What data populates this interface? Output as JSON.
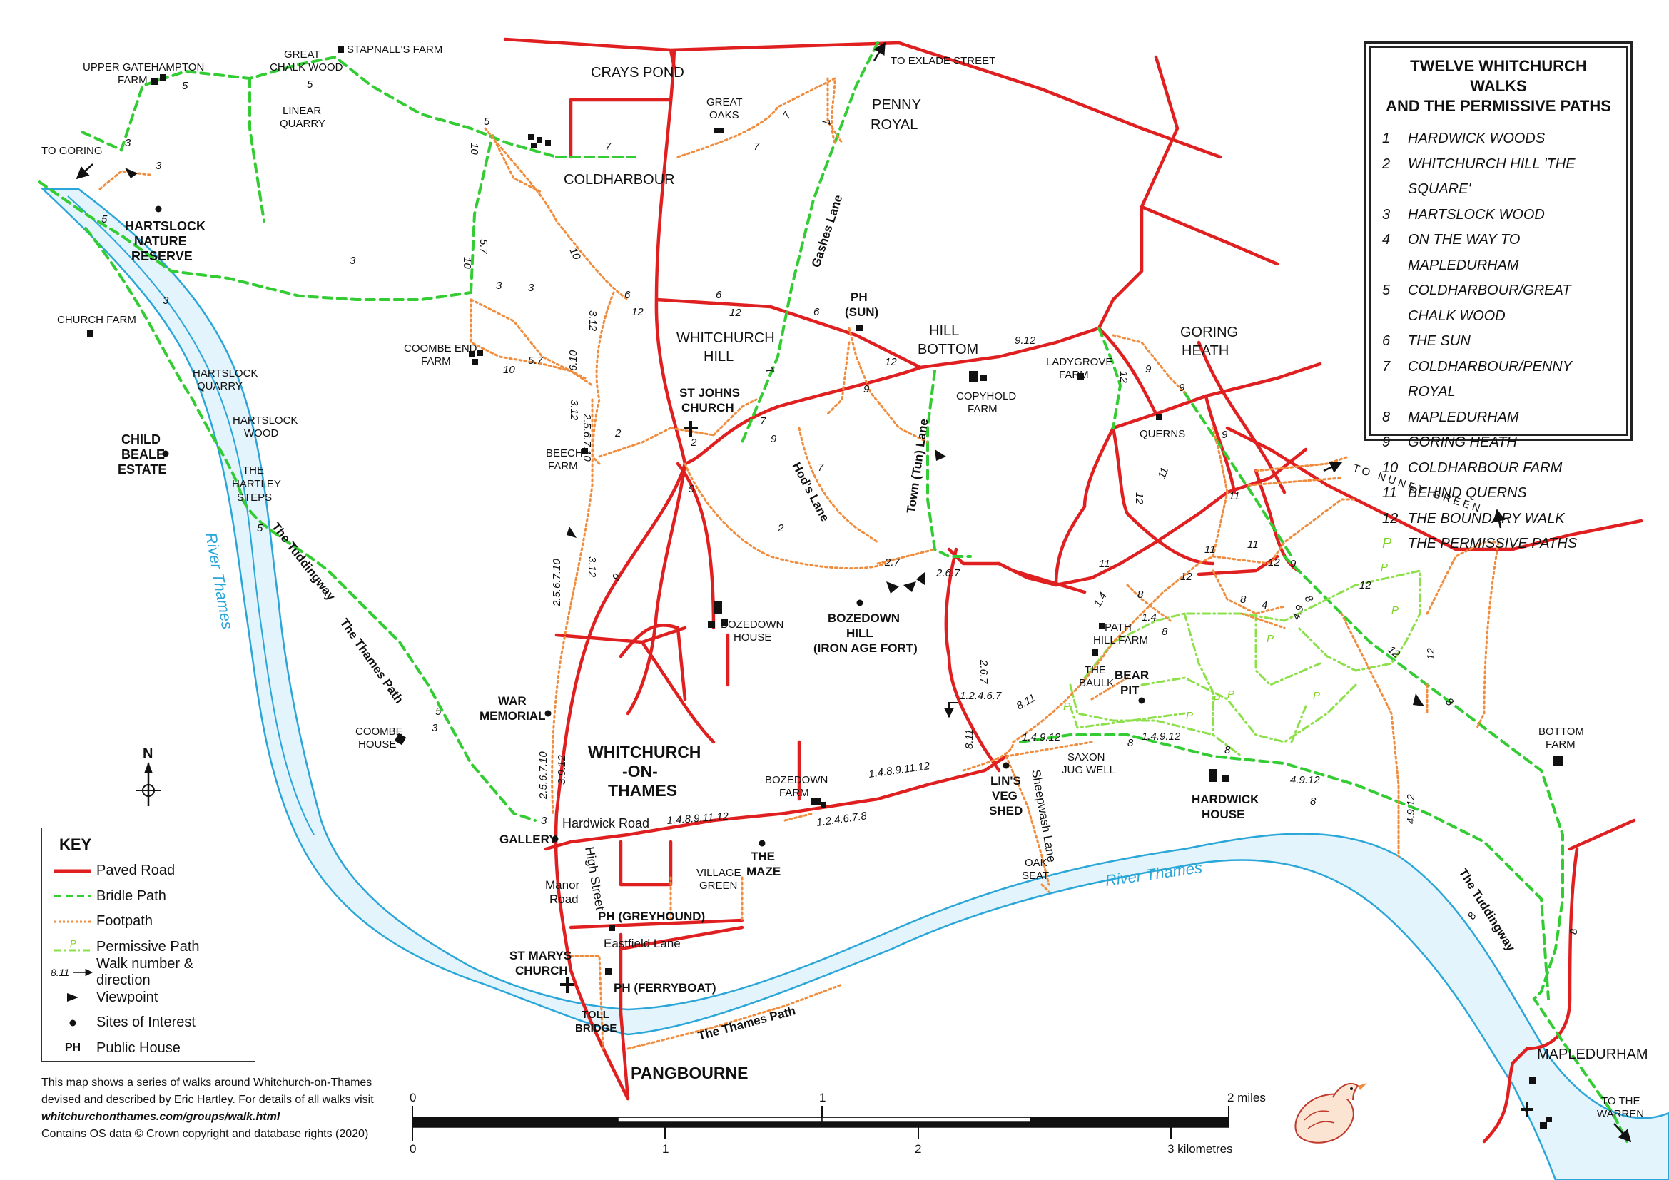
{
  "title": {
    "line1": "TWELVE WHITCHURCH WALKS",
    "line2": "AND THE PERMISSIVE PATHS"
  },
  "walks": [
    {
      "num": "1",
      "name": "HARDWICK WOODS"
    },
    {
      "num": "2",
      "name": "WHITCHURCH HILL 'THE SQUARE'"
    },
    {
      "num": "3",
      "name": "HARTSLOCK WOOD"
    },
    {
      "num": "4",
      "name": "ON THE WAY TO MAPLEDURHAM"
    },
    {
      "num": "5",
      "name": "COLDHARBOUR/GREAT CHALK WOOD"
    },
    {
      "num": "6",
      "name": "THE SUN"
    },
    {
      "num": "7",
      "name": "COLDHARBOUR/PENNY ROYAL"
    },
    {
      "num": "8",
      "name": "MAPLEDURHAM"
    },
    {
      "num": "9",
      "name": "GORING HEATH"
    },
    {
      "num": "10",
      "name": "COLDHARBOUR FARM"
    },
    {
      "num": "11",
      "name": "BEHIND QUERNS"
    },
    {
      "num": "12",
      "name": "THE BOUNDARY WALK"
    },
    {
      "num": "P",
      "name": "THE PERMISSIVE PATHS"
    }
  ],
  "key": {
    "title": "KEY",
    "items": [
      {
        "symbol": "paved-road",
        "label": "Paved Road"
      },
      {
        "symbol": "bridle-path",
        "label": "Bridle Path"
      },
      {
        "symbol": "footpath",
        "label": "Footpath"
      },
      {
        "symbol": "permissive-path",
        "label": "Permissive Path"
      },
      {
        "symbol": "walk-number",
        "sample": "8.11",
        "label": "Walk number & direction"
      },
      {
        "symbol": "viewpoint",
        "label": "Viewpoint"
      },
      {
        "symbol": "site-of-interest",
        "label": "Sites of Interest"
      },
      {
        "symbol": "public-house",
        "sample": "PH",
        "label": "Public House"
      }
    ]
  },
  "colors": {
    "paved_road": "#e02020",
    "bridle_path": "#33cc33",
    "footpath": "#f08c3c",
    "permissive_path": "#8ee04a",
    "river": "#e4f4fc",
    "river_edge": "#2aa6d9"
  },
  "labels": {
    "crays_pond": "CRAYS POND",
    "to_exlade_street": "TO EXLADE STREET",
    "penny": "PENNY",
    "royal": "ROYAL",
    "great_oaks_1": "GREAT",
    "great_oaks_2": "OAKS",
    "coldharbour": "COLDHARBOUR",
    "upper_gatehampton_1": "UPPER GATEHAMPTON",
    "upper_gatehampton_2": "FARM",
    "great_chalk_wood_1": "GREAT",
    "great_chalk_wood_2": "CHALK WOOD",
    "stapnalls_farm": "STAPNALL'S FARM",
    "linear_quarry_1": "LINEAR",
    "linear_quarry_2": "QUARRY",
    "to_goring": "TO GORING",
    "hartslock_nr_1": "HARTSLOCK",
    "hartslock_nr_2": "NATURE",
    "hartslock_nr_3": "RESERVE",
    "church_farm": "CHURCH FARM",
    "hartslock_quarry_1": "HARTSLOCK",
    "hartslock_quarry_2": "QUARRY",
    "hartslock_wood_1": "HARTSLOCK",
    "hartslock_wood_2": "WOOD",
    "child_beale_1": "CHILD",
    "child_beale_2": "BEALE",
    "child_beale_3": "ESTATE",
    "hartley_steps_1": "THE",
    "hartley_steps_2": "HARTLEY",
    "hartley_steps_3": "STEPS",
    "tuddingway_w": "The Tuddingway",
    "thames_path_w": "The Thames Path",
    "river_thames_w": "River Thames",
    "coombe_end_1": "COOMBE END",
    "coombe_end_2": "FARM",
    "beech_farm_1": "BEECH",
    "beech_farm_2": "FARM",
    "whitchurch_hill_1": "WHITCHURCH",
    "whitchurch_hill_2": "HILL",
    "st_johns_1": "ST JOHNS",
    "st_johns_2": "CHURCH",
    "ph_sun_1": "PH",
    "ph_sun_2": "(SUN)",
    "gashes_lane": "Gashes Lane",
    "hods_lane": "Hod's Lane",
    "hill_bottom_1": "HILL",
    "hill_bottom_2": "BOTTOM",
    "copyhold_1": "COPYHOLD",
    "copyhold_2": "FARM",
    "ladygrove_1": "LADYGROVE",
    "ladygrove_2": "FARM",
    "goring_heath_1": "GORING",
    "goring_heath_2": "HEATH",
    "querns": "QUERNS",
    "to_nuney_green": "TO NUNEY GREEN",
    "town_lane": "Town (Tun) Lane",
    "bozedown_house_1": "BOZEDOWN",
    "bozedown_house_2": "HOUSE",
    "bozedown_hill_1": "BOZEDOWN",
    "bozedown_hill_2": "HILL",
    "bozedown_hill_3": "(IRON AGE FORT)",
    "path_hill_1": "PATH",
    "path_hill_2": "HILL FARM",
    "baulk_1": "THE",
    "baulk_2": "BAULK",
    "bear_pit_1": "BEAR",
    "bear_pit_2": "PIT",
    "war_memorial_1": "WAR",
    "war_memorial_2": "MEMORIAL",
    "coombe_house_1": "COOMBE",
    "coombe_house_2": "HOUSE",
    "whitchurch_1": "WHITCHURCH",
    "whitchurch_2": "-ON-",
    "whitchurch_3": "THAMES",
    "bozedown_farm_1": "BOZEDOWN",
    "bozedown_farm_2": "FARM",
    "lins_veg_1": "LIN'S",
    "lins_veg_2": "VEG",
    "lins_veg_3": "SHED",
    "saxon_jug_1": "SAXON",
    "saxon_jug_2": "JUG WELL",
    "hardwick_house_1": "HARDWICK",
    "hardwick_house_2": "HOUSE",
    "bottom_farm_1": "BOTTOM",
    "bottom_farm_2": "FARM",
    "gallery": "GALLERY",
    "hardwick_road": "Hardwick Road",
    "high_street": "High Street",
    "village_green_1": "VILLAGE",
    "village_green_2": "GREEN",
    "the_maze_1": "THE",
    "the_maze_2": "MAZE",
    "manor_road_1": "Manor",
    "manor_road_2": "Road",
    "ph_greyhound": "PH (GREYHOUND)",
    "eastfield_lane": "Eastfield Lane",
    "st_marys_1": "ST MARYS",
    "st_marys_2": "CHURCH",
    "ph_ferryboat": "PH (FERRYBOAT)",
    "toll_bridge_1": "TOLL",
    "toll_bridge_2": "BRIDGE",
    "thames_path_s": "The Thames Path",
    "pangbourne": "PANGBOURNE",
    "river_thames_s": "River Thames",
    "sheepwash_lane": "Sheepwash Lane",
    "oak_seat_1": "OAK",
    "oak_seat_2": "SEAT",
    "tuddingway_e": "The Tuddingway",
    "mapledurham": "MAPLEDURHAM",
    "to_the_warren_1": "TO THE",
    "to_the_warren_2": "WARREN",
    "north": "N"
  },
  "walk_labels": [
    {
      "id": "w1",
      "text": "7"
    },
    {
      "id": "w2",
      "text": "7"
    },
    {
      "id": "w3",
      "text": "7"
    },
    {
      "id": "w4",
      "text": "7"
    },
    {
      "id": "w5",
      "text": "5"
    },
    {
      "id": "w6",
      "text": "5"
    },
    {
      "id": "w7",
      "text": "5"
    },
    {
      "id": "w8",
      "text": "3"
    },
    {
      "id": "w9",
      "text": "3"
    },
    {
      "id": "w10",
      "text": "3"
    },
    {
      "id": "w11",
      "text": "10"
    },
    {
      "id": "w12",
      "text": "10"
    },
    {
      "id": "w13",
      "text": "5.7"
    },
    {
      "id": "w14",
      "text": "10"
    },
    {
      "id": "w15",
      "text": "3"
    },
    {
      "id": "w16",
      "text": "6"
    },
    {
      "id": "w17",
      "text": "12"
    },
    {
      "id": "w18",
      "text": "6"
    },
    {
      "id": "w19",
      "text": "12"
    },
    {
      "id": "w20",
      "text": "6"
    },
    {
      "id": "w21",
      "text": "12"
    },
    {
      "id": "w22",
      "text": "3.12"
    },
    {
      "id": "w23",
      "text": "5.7"
    },
    {
      "id": "w24",
      "text": "10"
    },
    {
      "id": "w25",
      "text": "6.10"
    },
    {
      "id": "w26",
      "text": "3.12"
    },
    {
      "id": "w27",
      "text": "2.5.6.7.10"
    },
    {
      "id": "w28",
      "text": "2"
    },
    {
      "id": "w29",
      "text": "2"
    },
    {
      "id": "w30",
      "text": "9"
    },
    {
      "id": "w31",
      "text": "9"
    },
    {
      "id": "w32",
      "text": "7"
    },
    {
      "id": "w33",
      "text": "7"
    },
    {
      "id": "w34",
      "text": "9"
    },
    {
      "id": "w35",
      "text": "7"
    },
    {
      "id": "w36",
      "text": "2"
    },
    {
      "id": "w37",
      "text": "9"
    },
    {
      "id": "w38",
      "text": "2.5.6.7.10"
    },
    {
      "id": "w39",
      "text": "3.12"
    },
    {
      "id": "w40",
      "text": "2.7"
    },
    {
      "id": "w41",
      "text": "2.6.7"
    },
    {
      "id": "w42",
      "text": "9.12"
    },
    {
      "id": "w43",
      "text": "12"
    },
    {
      "id": "w44",
      "text": "9"
    },
    {
      "id": "w45",
      "text": "9"
    },
    {
      "id": "w46",
      "text": "9"
    },
    {
      "id": "w47",
      "text": "11"
    },
    {
      "id": "w48",
      "text": "12"
    },
    {
      "id": "w49",
      "text": "11"
    },
    {
      "id": "w50",
      "text": "11"
    },
    {
      "id": "w51",
      "text": "12"
    },
    {
      "id": "w52",
      "text": "11"
    },
    {
      "id": "w53",
      "text": "11"
    },
    {
      "id": "w54",
      "text": "12"
    },
    {
      "id": "w55",
      "text": "1.4"
    },
    {
      "id": "w56",
      "text": "8"
    },
    {
      "id": "w57",
      "text": "1.4"
    },
    {
      "id": "w58",
      "text": "8"
    },
    {
      "id": "w59",
      "text": "4"
    },
    {
      "id": "w60",
      "text": "8"
    },
    {
      "id": "w61",
      "text": "12"
    },
    {
      "id": "w62",
      "text": "9"
    },
    {
      "id": "w63",
      "text": "8"
    },
    {
      "id": "w64",
      "text": "4.9"
    },
    {
      "id": "w65",
      "text": "12"
    },
    {
      "id": "w66",
      "text": "12"
    },
    {
      "id": "w67",
      "text": "8"
    },
    {
      "id": "w68",
      "text": "2.6.7"
    },
    {
      "id": "w69",
      "text": "1.2.4.6.7"
    },
    {
      "id": "w70",
      "text": "8.11"
    },
    {
      "id": "w71",
      "text": "8.11"
    },
    {
      "id": "w72",
      "text": "1.4.9.12"
    },
    {
      "id": "w73",
      "text": "8"
    },
    {
      "id": "w74",
      "text": "1.4.9.12"
    },
    {
      "id": "w75",
      "text": "8"
    },
    {
      "id": "w76",
      "text": "4.9.12"
    },
    {
      "id": "w77",
      "text": "8"
    },
    {
      "id": "w78",
      "text": "4.9.12"
    },
    {
      "id": "w79",
      "text": "8"
    },
    {
      "id": "w80",
      "text": "8"
    },
    {
      "id": "w81",
      "text": "1.4.8.9.11.12"
    },
    {
      "id": "w82",
      "text": "1.2.4.6.7.8"
    },
    {
      "id": "w83",
      "text": "1.4.8.9.11.12"
    },
    {
      "id": "w84",
      "text": "2.5.6.7.10"
    },
    {
      "id": "w85",
      "text": "3.9.12"
    },
    {
      "id": "w86",
      "text": "3"
    },
    {
      "id": "w87",
      "text": "5"
    },
    {
      "id": "w88",
      "text": "3"
    },
    {
      "id": "w89",
      "text": "5"
    },
    {
      "id": "w90",
      "text": "3"
    },
    {
      "id": "w91",
      "text": "5"
    },
    {
      "id": "w92",
      "text": "3"
    },
    {
      "id": "w93",
      "text": "P"
    },
    {
      "id": "w94",
      "text": "P"
    },
    {
      "id": "w95",
      "text": "P"
    },
    {
      "id": "w96",
      "text": "P"
    },
    {
      "id": "w97",
      "text": "P"
    },
    {
      "id": "w98",
      "text": "P"
    },
    {
      "id": "w99",
      "text": "P"
    },
    {
      "id": "w100",
      "text": "P"
    }
  ],
  "scale": {
    "miles_0": "0",
    "miles_1": "1",
    "miles_2": "2 miles",
    "km_0": "0",
    "km_1": "1",
    "km_2": "2",
    "km_3": "3 kilometres"
  },
  "note": {
    "line1": "This map shows a series of walks around Whitchurch-on-Thames",
    "line2": "devised and described by Eric Hartley. For details of all walks visit",
    "url": "whitchurchonthames.com/groups/walk.html",
    "copyright": "Contains OS data © Crown copyright and database rights (2020)"
  }
}
